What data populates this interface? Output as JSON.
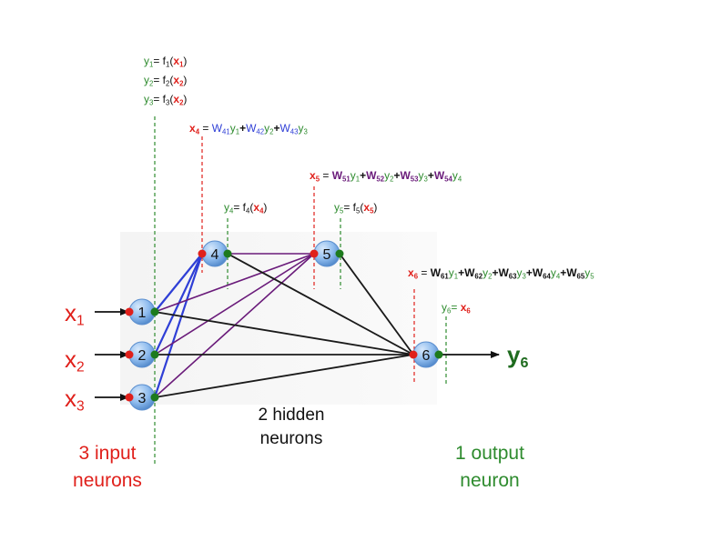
{
  "diagram": {
    "neurons": [
      {
        "id": "1",
        "label": "1"
      },
      {
        "id": "2",
        "label": "2"
      },
      {
        "id": "3",
        "label": "3"
      },
      {
        "id": "4",
        "label": "4"
      },
      {
        "id": "5",
        "label": "5"
      },
      {
        "id": "6",
        "label": "6"
      }
    ],
    "inputs": [
      {
        "var": "x",
        "sub": "1"
      },
      {
        "var": "x",
        "sub": "2"
      },
      {
        "var": "x",
        "sub": "3"
      }
    ],
    "output": {
      "var": "y",
      "sub": "6"
    },
    "annotations": {
      "input_eq1": "f",
      "input_activations": [
        {
          "y": "y",
          "ysub": "1",
          "eq": "= f",
          "fsub": "1",
          "x": "x",
          "xsub": "1"
        },
        {
          "y": "y",
          "ysub": "2",
          "eq": "= f",
          "fsub": "2",
          "x": "x",
          "xsub": "2"
        },
        {
          "y": "y",
          "ysub": "3",
          "eq": "= f",
          "fsub": "3",
          "x": "x",
          "xsub": "2"
        }
      ],
      "y4": {
        "y": "y",
        "ysub": "4",
        "eq": "= f",
        "fsub": "4",
        "x": "x",
        "xsub": "4"
      },
      "y5": {
        "y": "y",
        "ysub": "5",
        "eq": "= f",
        "fsub": "5",
        "x": "x",
        "xsub": "5"
      },
      "y6": {
        "y": "y",
        "ysub": "6",
        "eq": "=",
        "x": "x",
        "xsub": "6"
      },
      "x4": {
        "lhs": "x",
        "lhs_sub": "4",
        "eq": " = ",
        "plus": "+",
        "terms": [
          {
            "w": "W",
            "wsub": "41",
            "y": "y",
            "ysub": "1"
          },
          {
            "w": "W",
            "wsub": "42",
            "y": "y",
            "ysub": "2"
          },
          {
            "w": "W",
            "wsub": "43",
            "y": "y",
            "ysub": "3"
          }
        ]
      },
      "x5": {
        "lhs": "x",
        "lhs_sub": "5",
        "eq": " = ",
        "plus": "+",
        "terms": [
          {
            "w": "W",
            "wsub": "51",
            "y": "y",
            "ysub": "1"
          },
          {
            "w": "W",
            "wsub": "52",
            "y": "y",
            "ysub": "2"
          },
          {
            "w": "W",
            "wsub": "53",
            "y": "y",
            "ysub": "3"
          },
          {
            "w": "W",
            "wsub": "54",
            "y": "y",
            "ysub": "4"
          }
        ]
      },
      "x6": {
        "lhs": "x",
        "lhs_sub": "6",
        "eq": " = ",
        "plus": "+",
        "terms": [
          {
            "w": "W",
            "wsub": "61",
            "y": "y",
            "ysub": "1"
          },
          {
            "w": "W",
            "wsub": "62",
            "y": "y",
            "ysub": "2"
          },
          {
            "w": "W",
            "wsub": "63",
            "y": "y",
            "ysub": "3"
          },
          {
            "w": "W",
            "wsub": "64",
            "y": "y",
            "ysub": "4"
          },
          {
            "w": "W",
            "wsub": "65",
            "y": "y",
            "ysub": "5"
          }
        ]
      }
    },
    "captions": {
      "input": [
        "3 input",
        "neurons"
      ],
      "hidden": [
        "2 hidden",
        "neurons"
      ],
      "output": [
        "1 output",
        "neuron"
      ]
    },
    "colors": {
      "input_edges": "#1a1a1a",
      "to_neuron4": "#2f3fd6",
      "to_neuron5": "#6a1b7a",
      "neuron_fill": "#7fb2ea",
      "input_dot": "#e0201b",
      "output_dot": "#1d7a1d",
      "guide_red": "#e0201b",
      "guide_green": "#2e8b2e"
    }
  }
}
